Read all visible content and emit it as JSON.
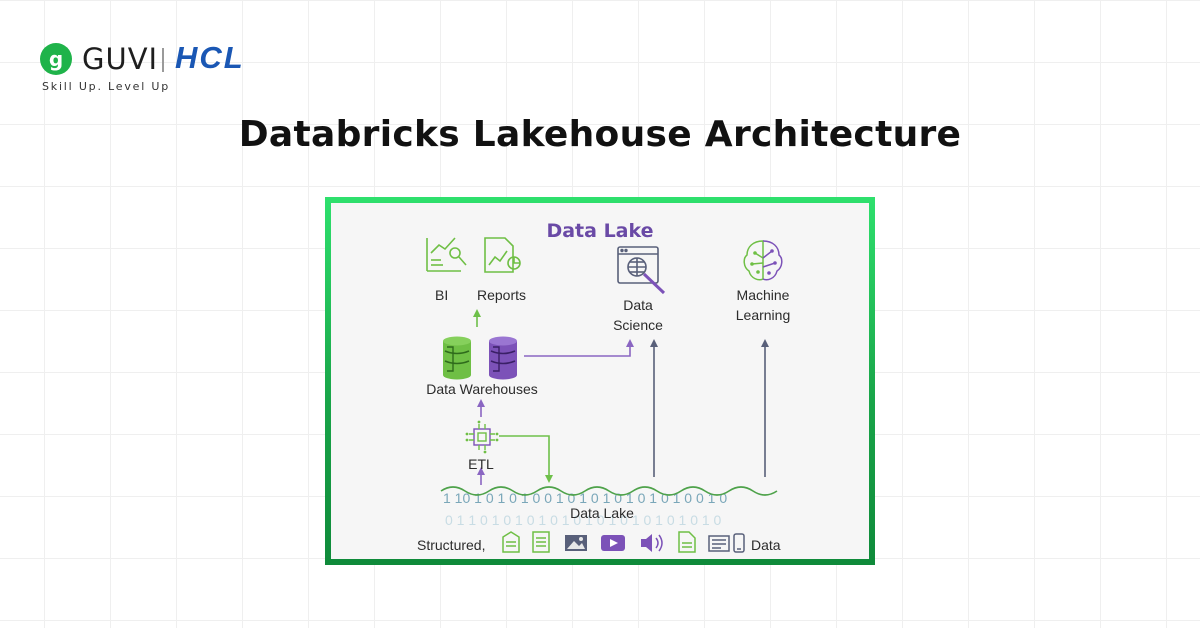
{
  "brand": {
    "logo_mark": "g",
    "guvi": "GUVI",
    "hcl": "HCL",
    "tagline": "Skill Up. Level Up"
  },
  "page": {
    "title": "Databricks Lakehouse Architecture"
  },
  "diagram": {
    "title": "Data Lake",
    "nodes": {
      "bi": "BI",
      "reports": "Reports",
      "data_science": "Data\nScience",
      "machine_learning": "Machine\nLearning",
      "data_warehouses": "Data Warehouses",
      "etl": "ETL",
      "data_lake": "Data Lake"
    },
    "binary_top": "1 10 1 0 1 0 1 0 0 1 0 1 0 1 0 1 0 1 0 1 0 0 1 0",
    "binary_bottom": "0 1 1 0 1 0 1 0 1 0 1 0 1 0 1 0 1 0 1 0 1 0 1 0",
    "sources_left": "Structured,",
    "sources_right": "Data"
  },
  "colors": {
    "green": "#6fbf45",
    "purple": "#7c52b8",
    "arrow_green": "#6ec04a",
    "arrow_purple": "#8a66c2",
    "slate": "#59607a",
    "title_purple": "#6a4aa6",
    "frame_green": "#1fb34a",
    "hcl_blue": "#1a57b4"
  }
}
